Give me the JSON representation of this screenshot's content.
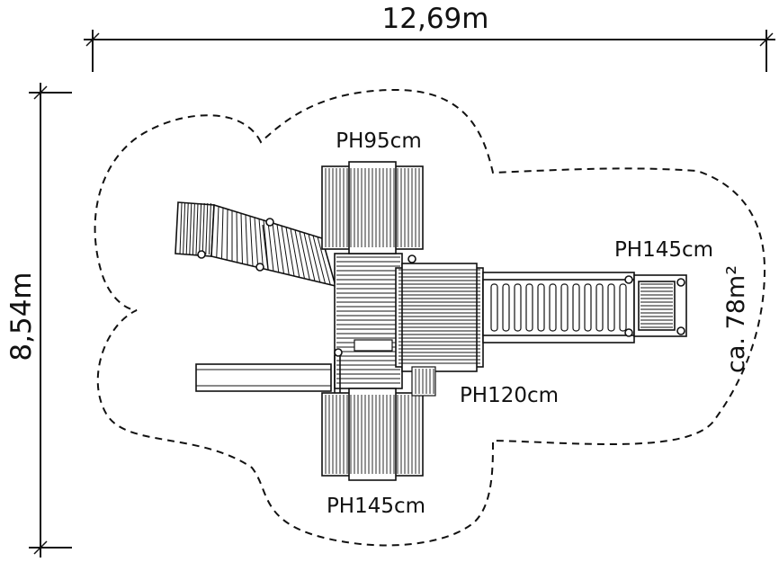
{
  "dimensions": {
    "width_label": "12,69m",
    "height_label": "8,54m"
  },
  "labels": {
    "tower_top": "PH95cm",
    "right_platform": "PH145cm",
    "center_platform": "PH120cm",
    "tower_bottom": "PH145cm",
    "area": "ca. 78m²"
  },
  "colors": {
    "line": "#111111",
    "fill": "#ffffff",
    "hatch": "#222222"
  }
}
